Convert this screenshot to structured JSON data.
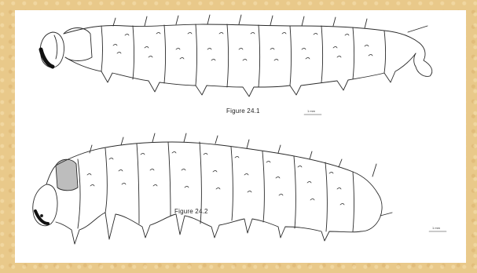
{
  "figures": [
    {
      "caption": "Figure 24.1",
      "scale_label": "1 mm"
    },
    {
      "caption": "Figure 24.2",
      "scale_label": "1 mm"
    }
  ],
  "colors": {
    "ink": "#2a2a2a",
    "background": "#e9c98a",
    "plate": "#ffffff"
  }
}
